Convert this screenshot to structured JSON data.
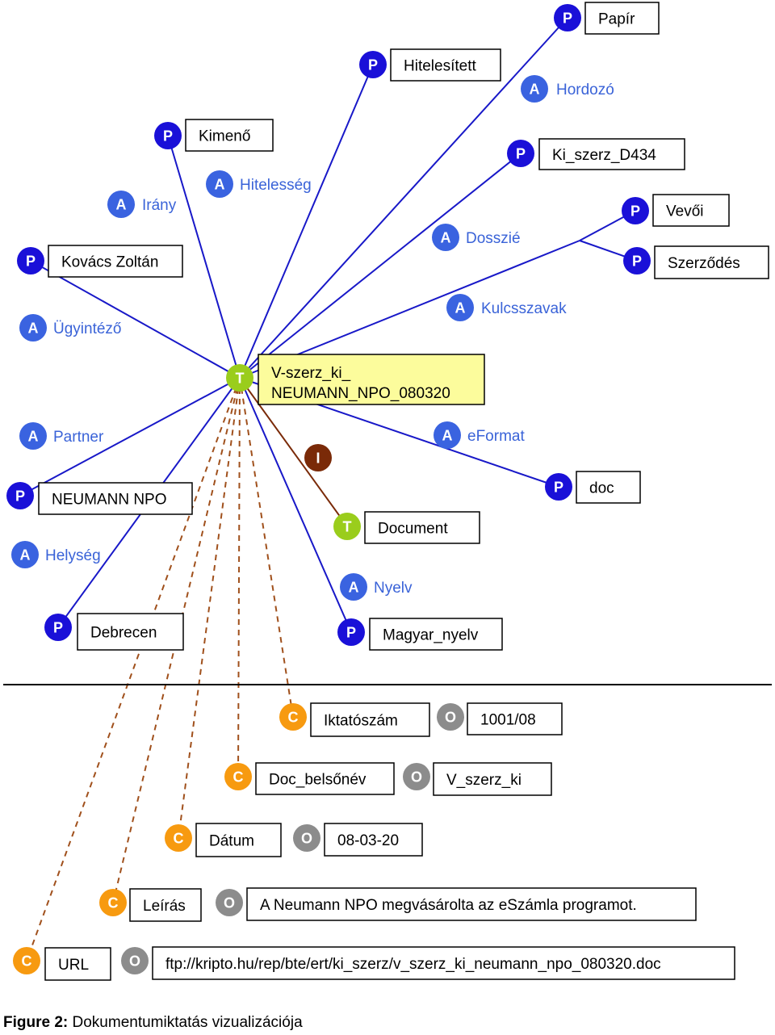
{
  "colors": {
    "P": "#1a10d8",
    "A": "#3a63e0",
    "T": "#9acd1c",
    "I": "#7a2a08",
    "C": "#f79a10",
    "O": "#8c8c8c",
    "topic_box": "#fcfc9c",
    "attr_text": "#3a63d8",
    "edge": "#1818c8",
    "occ_edge": "#a0501c"
  },
  "root": {
    "badge": "T",
    "lines": [
      "V-szerz_ki_",
      "NEUMANN_NPO_080320"
    ]
  },
  "assoc": [
    {
      "badge": "A",
      "label": "Irány"
    },
    {
      "badge": "A",
      "label": "Hitelesség"
    },
    {
      "badge": "A",
      "label": "Hordozó"
    },
    {
      "badge": "A",
      "label": "Dosszié"
    },
    {
      "badge": "A",
      "label": "Kulcsszavak"
    },
    {
      "badge": "A",
      "label": "Ügyintéző"
    },
    {
      "badge": "A",
      "label": "Partner"
    },
    {
      "badge": "A",
      "label": "eFormat"
    },
    {
      "badge": "A",
      "label": "Helység"
    },
    {
      "badge": "A",
      "label": "Nyelv"
    }
  ],
  "players": [
    {
      "badge": "P",
      "label": "Papír"
    },
    {
      "badge": "P",
      "label": "Hitelesített"
    },
    {
      "badge": "P",
      "label": "Kimenő"
    },
    {
      "badge": "P",
      "label": "Ki_szerz_D434"
    },
    {
      "badge": "P",
      "label": "Vevői"
    },
    {
      "badge": "P",
      "label": "Kovács Zoltán"
    },
    {
      "badge": "P",
      "label": "Szerződés"
    },
    {
      "badge": "P",
      "label": "NEUMANN NPO"
    },
    {
      "badge": "P",
      "label": "doc"
    },
    {
      "badge": "P",
      "label": "Debrecen"
    },
    {
      "badge": "P",
      "label": "Magyar_nyelv"
    }
  ],
  "instance": {
    "badge": "I",
    "topic_badge": "T",
    "topic_label": "Document"
  },
  "occurrences": [
    {
      "c_badge": "C",
      "o_badge": "O",
      "name": "Iktatószám",
      "value": "1001/08"
    },
    {
      "c_badge": "C",
      "o_badge": "O",
      "name": "Doc_belsőnév",
      "value": "V_szerz_ki"
    },
    {
      "c_badge": "C",
      "o_badge": "O",
      "name": "Dátum",
      "value": "08-03-20"
    },
    {
      "c_badge": "C",
      "o_badge": "O",
      "name": "Leírás",
      "value": "A Neumann NPO megvásárolta az eSzámla programot."
    },
    {
      "c_badge": "C",
      "o_badge": "O",
      "name": "URL",
      "value": "ftp://kripto.hu/rep/bte/ert/ki_szerz/v_szerz_ki_neumann_npo_080320.doc"
    }
  ],
  "caption": {
    "prefix": "Figure 2:",
    "text": " Dokumentumiktatás vizualizációja"
  }
}
